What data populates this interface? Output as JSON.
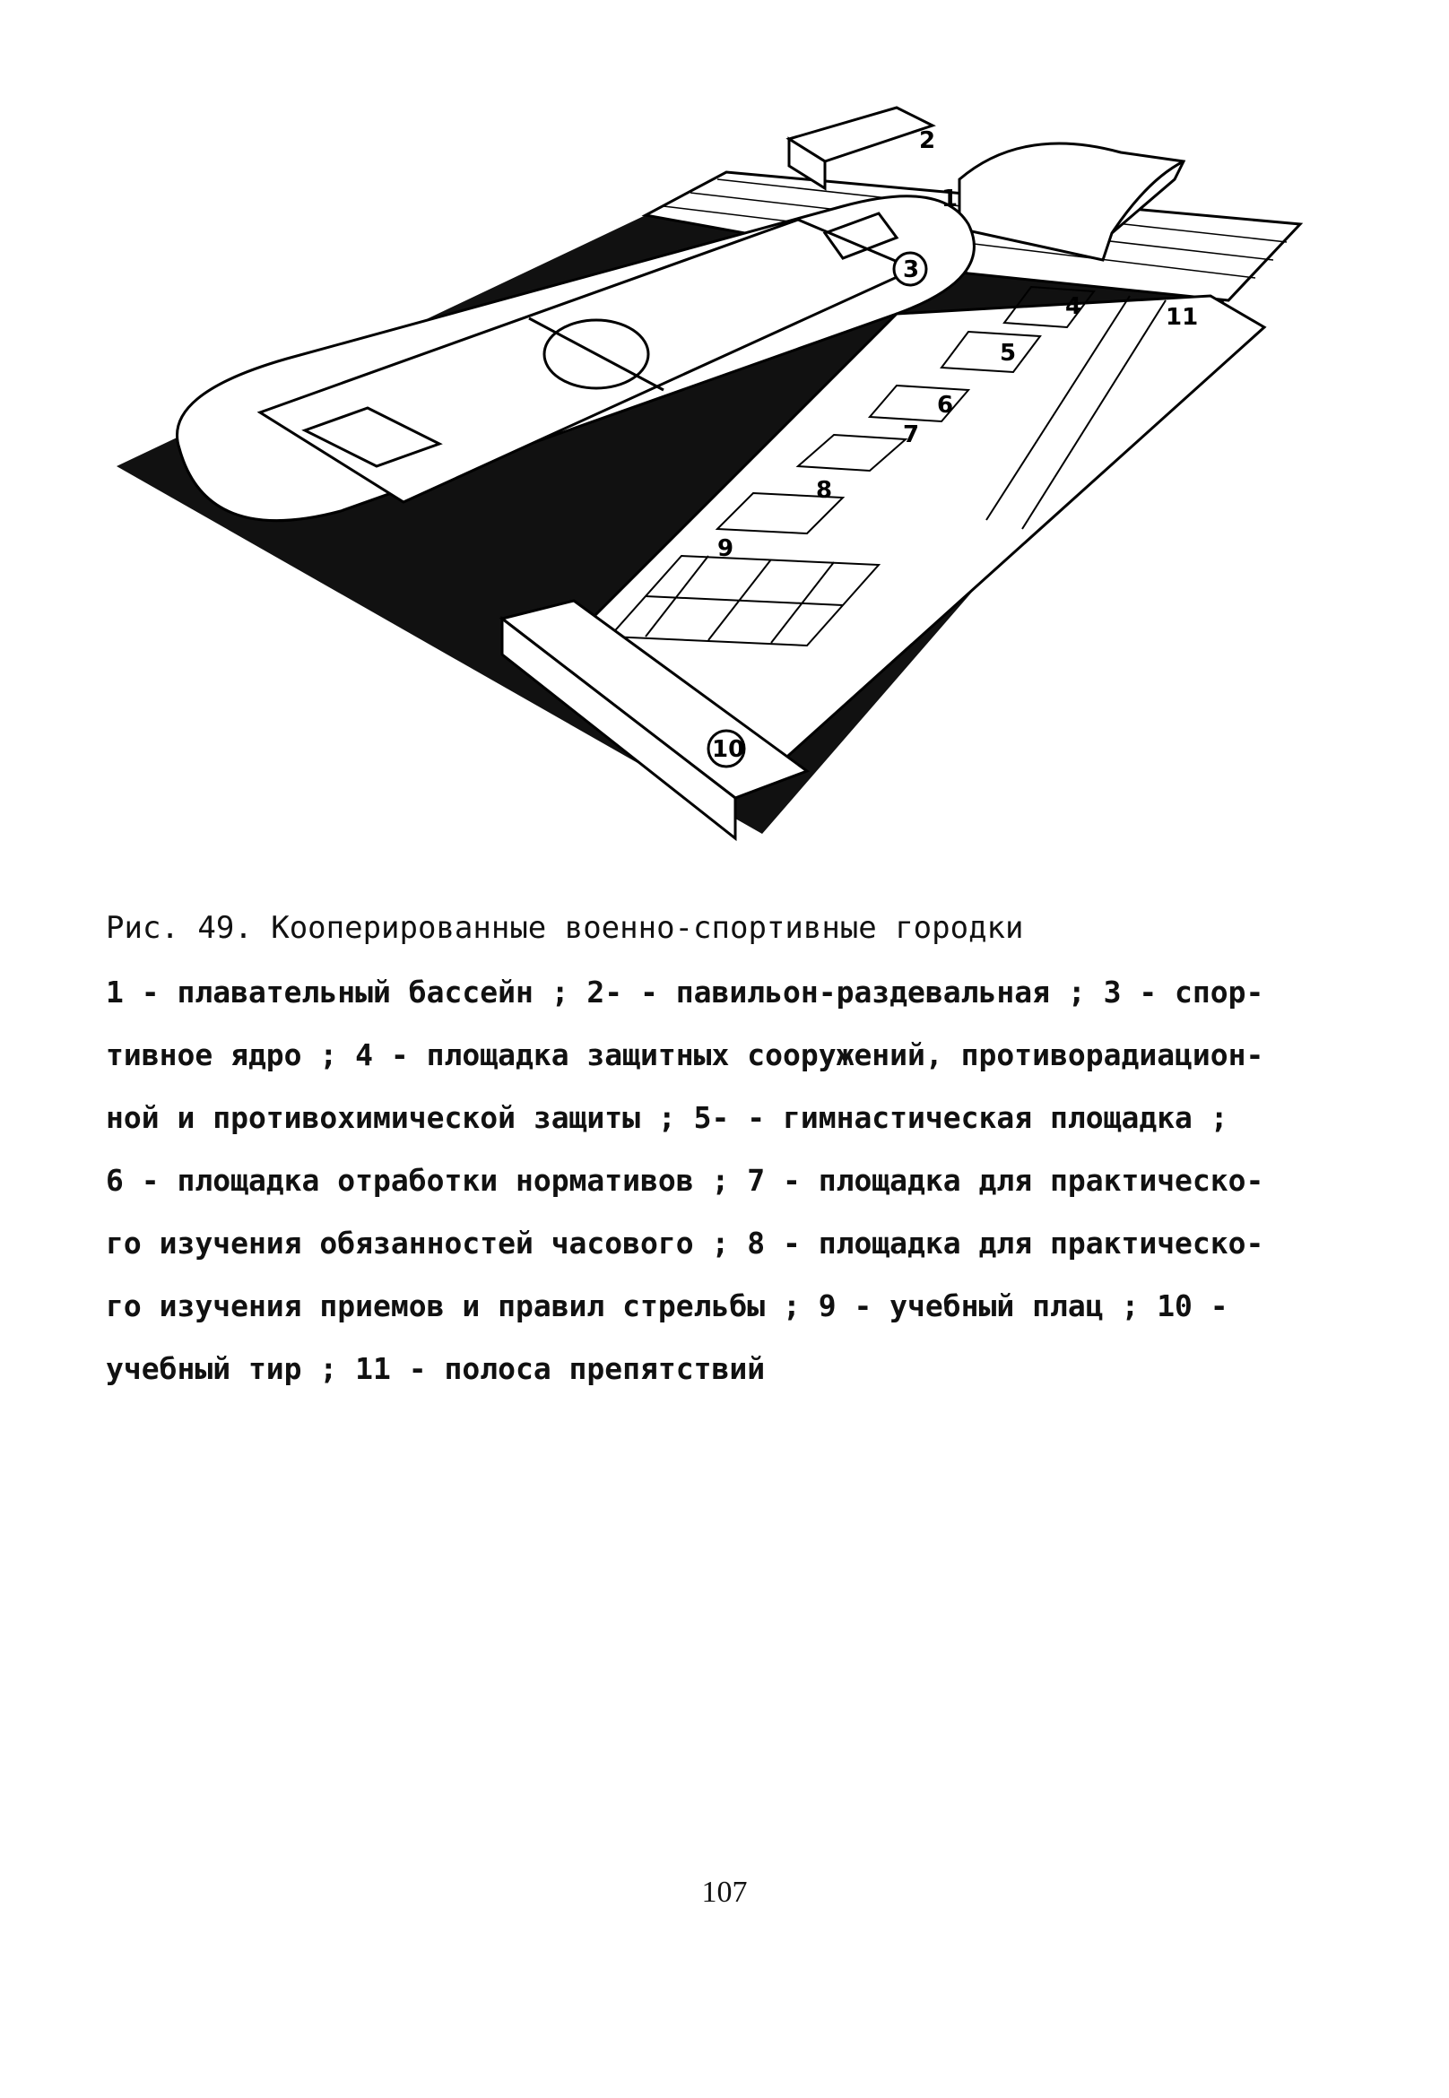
{
  "figure": {
    "labels": {
      "l1": "1",
      "l2": "2",
      "l3": "3",
      "l4": "4",
      "l5": "5",
      "l6": "6",
      "l7": "7",
      "l8": "8",
      "l9": "9",
      "l10": "10",
      "l11": "11"
    }
  },
  "caption": {
    "title": "Рис. 49. Кооперированные военно-спортивные городки",
    "lines": [
      "1 - плавательный бассейн ; 2- - павильон-раздевальная ; 3 - спор-",
      "тивное ядро ; 4 - площадка защитных сооружений, противорадиацион-",
      "ной и противохимической защиты ; 5- - гимнастическая площадка ;",
      "6 - площадка отработки нормативов ; 7 - площадка для практическо-",
      "го изучения обязанностей часового ; 8 - площадка для практическо-",
      "го изучения приемов и правил стрельбы ; 9 - учебный плац ; 10 -",
      "учебный тир ; 11 - полоса препятствий"
    ]
  },
  "page_number": "107"
}
